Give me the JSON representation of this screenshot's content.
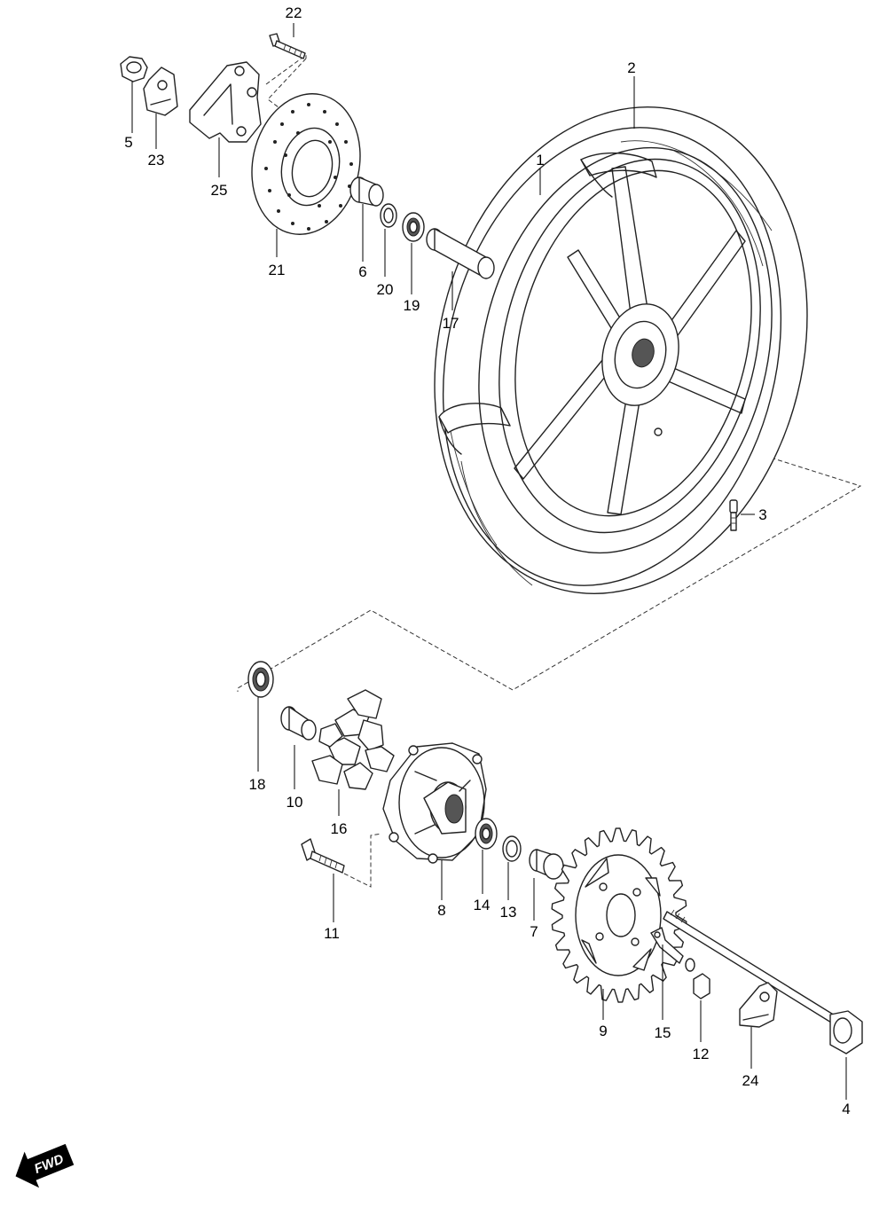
{
  "callouts": [
    {
      "num": "1"
    },
    {
      "num": "2"
    },
    {
      "num": "3"
    },
    {
      "num": "4"
    },
    {
      "num": "5"
    },
    {
      "num": "6"
    },
    {
      "num": "7"
    },
    {
      "num": "8"
    },
    {
      "num": "9"
    },
    {
      "num": "10"
    },
    {
      "num": "11"
    },
    {
      "num": "12"
    },
    {
      "num": "13"
    },
    {
      "num": "14"
    },
    {
      "num": "15"
    },
    {
      "num": "16"
    },
    {
      "num": "17"
    },
    {
      "num": "18"
    },
    {
      "num": "19"
    },
    {
      "num": "20"
    },
    {
      "num": "21"
    },
    {
      "num": "22"
    },
    {
      "num": "23"
    },
    {
      "num": "24"
    },
    {
      "num": "25"
    }
  ],
  "fwd_label": "FWD"
}
